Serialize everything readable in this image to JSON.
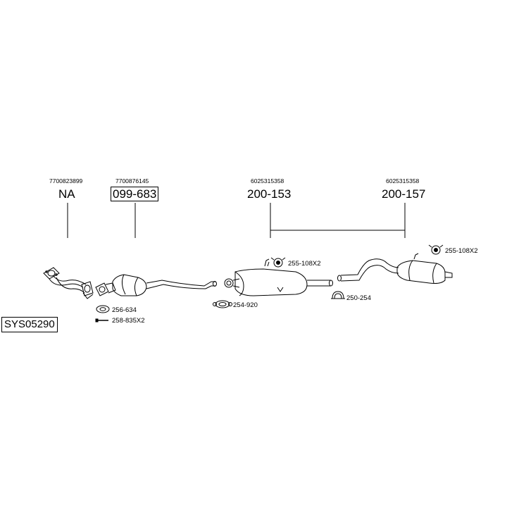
{
  "system_id": "SYS05290",
  "parts": [
    {
      "oem": "7700823899",
      "code": "NA"
    },
    {
      "oem": "7700876145",
      "code": "099-683"
    },
    {
      "oem": "6025315358",
      "code": "200-153"
    },
    {
      "oem": "6025315358",
      "code": "200-157"
    }
  ],
  "accessories": [
    {
      "code": "256-634",
      "icon": "gasket-ring-icon"
    },
    {
      "code": "258-835X2",
      "icon": "bolt-icon"
    },
    {
      "code": "254-920",
      "icon": "clamp-icon"
    },
    {
      "code": "255-108X2",
      "icon": "rubber-mount-icon"
    },
    {
      "code": "250-254",
      "icon": "pipe-clamp-icon"
    },
    {
      "code": "255-108X2",
      "icon": "rubber-mount-icon"
    }
  ],
  "colors": {
    "line": "#000000",
    "background": "#ffffff"
  }
}
